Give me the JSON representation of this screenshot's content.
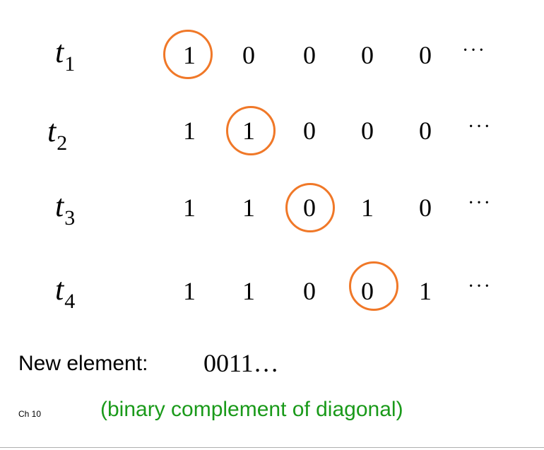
{
  "rows": [
    {
      "label": "t",
      "subscript": "1",
      "values": [
        "1",
        "0",
        "0",
        "0",
        "0"
      ],
      "ellipsis": "···"
    },
    {
      "label": "t",
      "subscript": "2",
      "values": [
        "1",
        "1",
        "0",
        "0",
        "0"
      ],
      "ellipsis": "···"
    },
    {
      "label": "t",
      "subscript": "3",
      "values": [
        "1",
        "1",
        "0",
        "1",
        "0"
      ],
      "ellipsis": "···"
    },
    {
      "label": "t",
      "subscript": "4",
      "values": [
        "1",
        "1",
        "0",
        "0",
        "1"
      ],
      "ellipsis": "···"
    }
  ],
  "diagonal_highlight_color": "#f07828",
  "new_element": {
    "label": "New element:",
    "value": "0011…"
  },
  "note": "(binary complement of diagonal)",
  "note_color": "#1a9a1a",
  "footer": "Ch 10"
}
